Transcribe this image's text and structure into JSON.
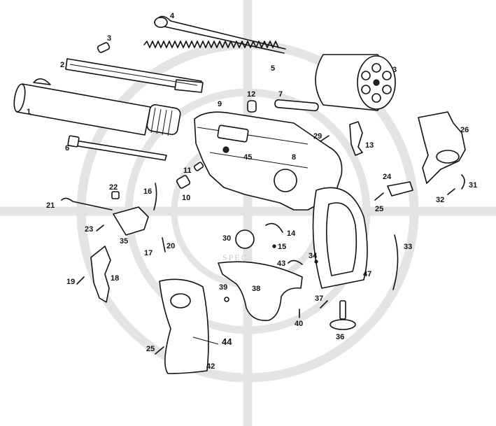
{
  "diagram": {
    "watermark_text": "SPEC",
    "colors": {
      "ink": "#111111",
      "watermark": "#e4e4e4",
      "background": "#ffffff"
    },
    "labels": [
      "1",
      "2",
      "3",
      "4",
      "5",
      "3",
      "6",
      "9",
      "12",
      "7",
      "8",
      "29",
      "13",
      "11",
      "10",
      "22",
      "16",
      "21",
      "23",
      "35",
      "24",
      "25",
      "26",
      "31",
      "32",
      "30",
      "14",
      "15",
      "17",
      "20",
      "34",
      "43",
      "39",
      "38",
      "47",
      "33",
      "19",
      "18",
      "37",
      "40",
      "36",
      "25",
      "44",
      "42"
    ]
  }
}
